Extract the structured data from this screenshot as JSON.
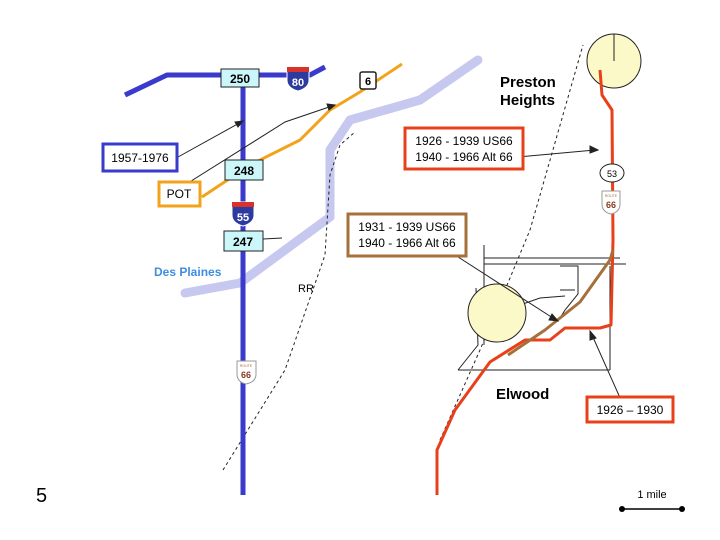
{
  "slide_number": "5",
  "places": {
    "preston_line1": "Preston",
    "preston_line2": "Heights",
    "elwood": "Elwood",
    "des_plaines": "Des Plaines",
    "railroad": "RR"
  },
  "exits": {
    "e250": "250",
    "e248": "248",
    "e247": "247"
  },
  "shields": {
    "i80": "80",
    "i55": "55",
    "us6": "6",
    "il53": "53",
    "us66_a": "66",
    "us66_b": "66",
    "shield_top_text": "ROUTE"
  },
  "legend_boxes": {
    "years_1957_1976": "1957-1976",
    "pot": "POT",
    "us66_line1": "1926 - 1939 US66",
    "us66_line2": "1940 - 1966 Alt 66",
    "alt_line1": "1931 - 1939 US66",
    "alt_line2": "1940 - 1966 Alt 66",
    "years_1926_1930": "1926 – 1930"
  },
  "scale": {
    "label": "1 mile"
  },
  "colors": {
    "interstate_blue": "#3a3acb",
    "potomac_orange": "#f2a31b",
    "route66_red": "#e8401a",
    "alt66_brown": "#a5703a",
    "river_lavender": "#c6c8f0",
    "exit_fill": "#ccf7fa",
    "town_circle": "#fbf9c8",
    "des_plaines_text": "#3d8ee0"
  }
}
